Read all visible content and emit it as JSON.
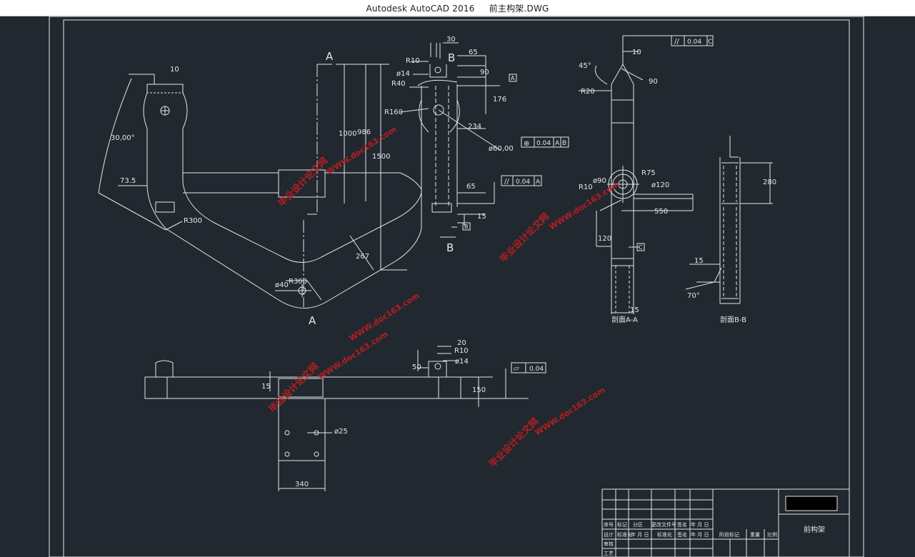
{
  "window": {
    "app_name": "Autodesk AutoCAD 2016",
    "file_name": "前主构架.DWG"
  },
  "colors": {
    "background": "#212830",
    "line": "#e8e8e8",
    "watermark": "#c81e1e",
    "titlebar": "#ffffff"
  },
  "section_labels": {
    "a_top": "A",
    "a_bottom": "A",
    "b_top": "B",
    "b_bottom": "B",
    "section_aa": "剖面A-A",
    "section_bb": "剖面B-B"
  },
  "dims_front": {
    "d10_top": "10",
    "d30_angle": "30,00°",
    "d73_5": "73.5",
    "r300_left": "R300",
    "d1000": "1000",
    "d986": "986",
    "d1500": "1500",
    "d267": "267",
    "r300_bottom": "R300",
    "phi40": "ø40",
    "d30": "30",
    "r10": "R10",
    "d65_top": "65",
    "phi14": "ø14",
    "d90": "90",
    "r40": "R40",
    "d176": "176",
    "r160": "R160",
    "d234": "234",
    "phi60": "ø60,00",
    "d65_mid": "65",
    "d15_mid": "15"
  },
  "dims_side": {
    "d10": "10",
    "d45": "45°",
    "d90": "90",
    "r20": "R20",
    "phi90": "ø90",
    "r75": "R75",
    "phi120": "ø120",
    "r10": "R10",
    "d550": "550",
    "d120": "120",
    "d15": "15",
    "d280": "280",
    "d15_bb": "15",
    "d70": "70°"
  },
  "dims_bottom": {
    "d20": "20",
    "r10": "R10",
    "phi14": "ø14",
    "d50": "50",
    "d15": "15",
    "d150": "150",
    "phi25": "ø25",
    "d340": "340"
  },
  "gdt": {
    "par_c": {
      "tol": "0.04",
      "datum": "C"
    },
    "pos_ab": {
      "tol": "0.04",
      "datum1": "A",
      "datum2": "B"
    },
    "par_a": {
      "tol": "0.04",
      "datum": "A"
    },
    "flat": {
      "tol": "0.04"
    },
    "datum_a": "A",
    "datum_b": "B",
    "datum_c": "C"
  },
  "title_block": {
    "header_row": [
      "序号",
      "标记",
      "分区",
      "更改文件号",
      "签名",
      "年 月 日"
    ],
    "row_design": [
      "设计",
      "标准化",
      "年 月 日",
      "标准化",
      "签名",
      "年 月 日"
    ],
    "row_check": "审核",
    "row_craft": "工艺",
    "stage_mark": "阶段标记",
    "weight": "重量",
    "scale": "比例",
    "drawing_name": "前构架"
  },
  "watermark": {
    "text1": "毕业设计论文网",
    "text2": "WWW.doc163.com"
  }
}
